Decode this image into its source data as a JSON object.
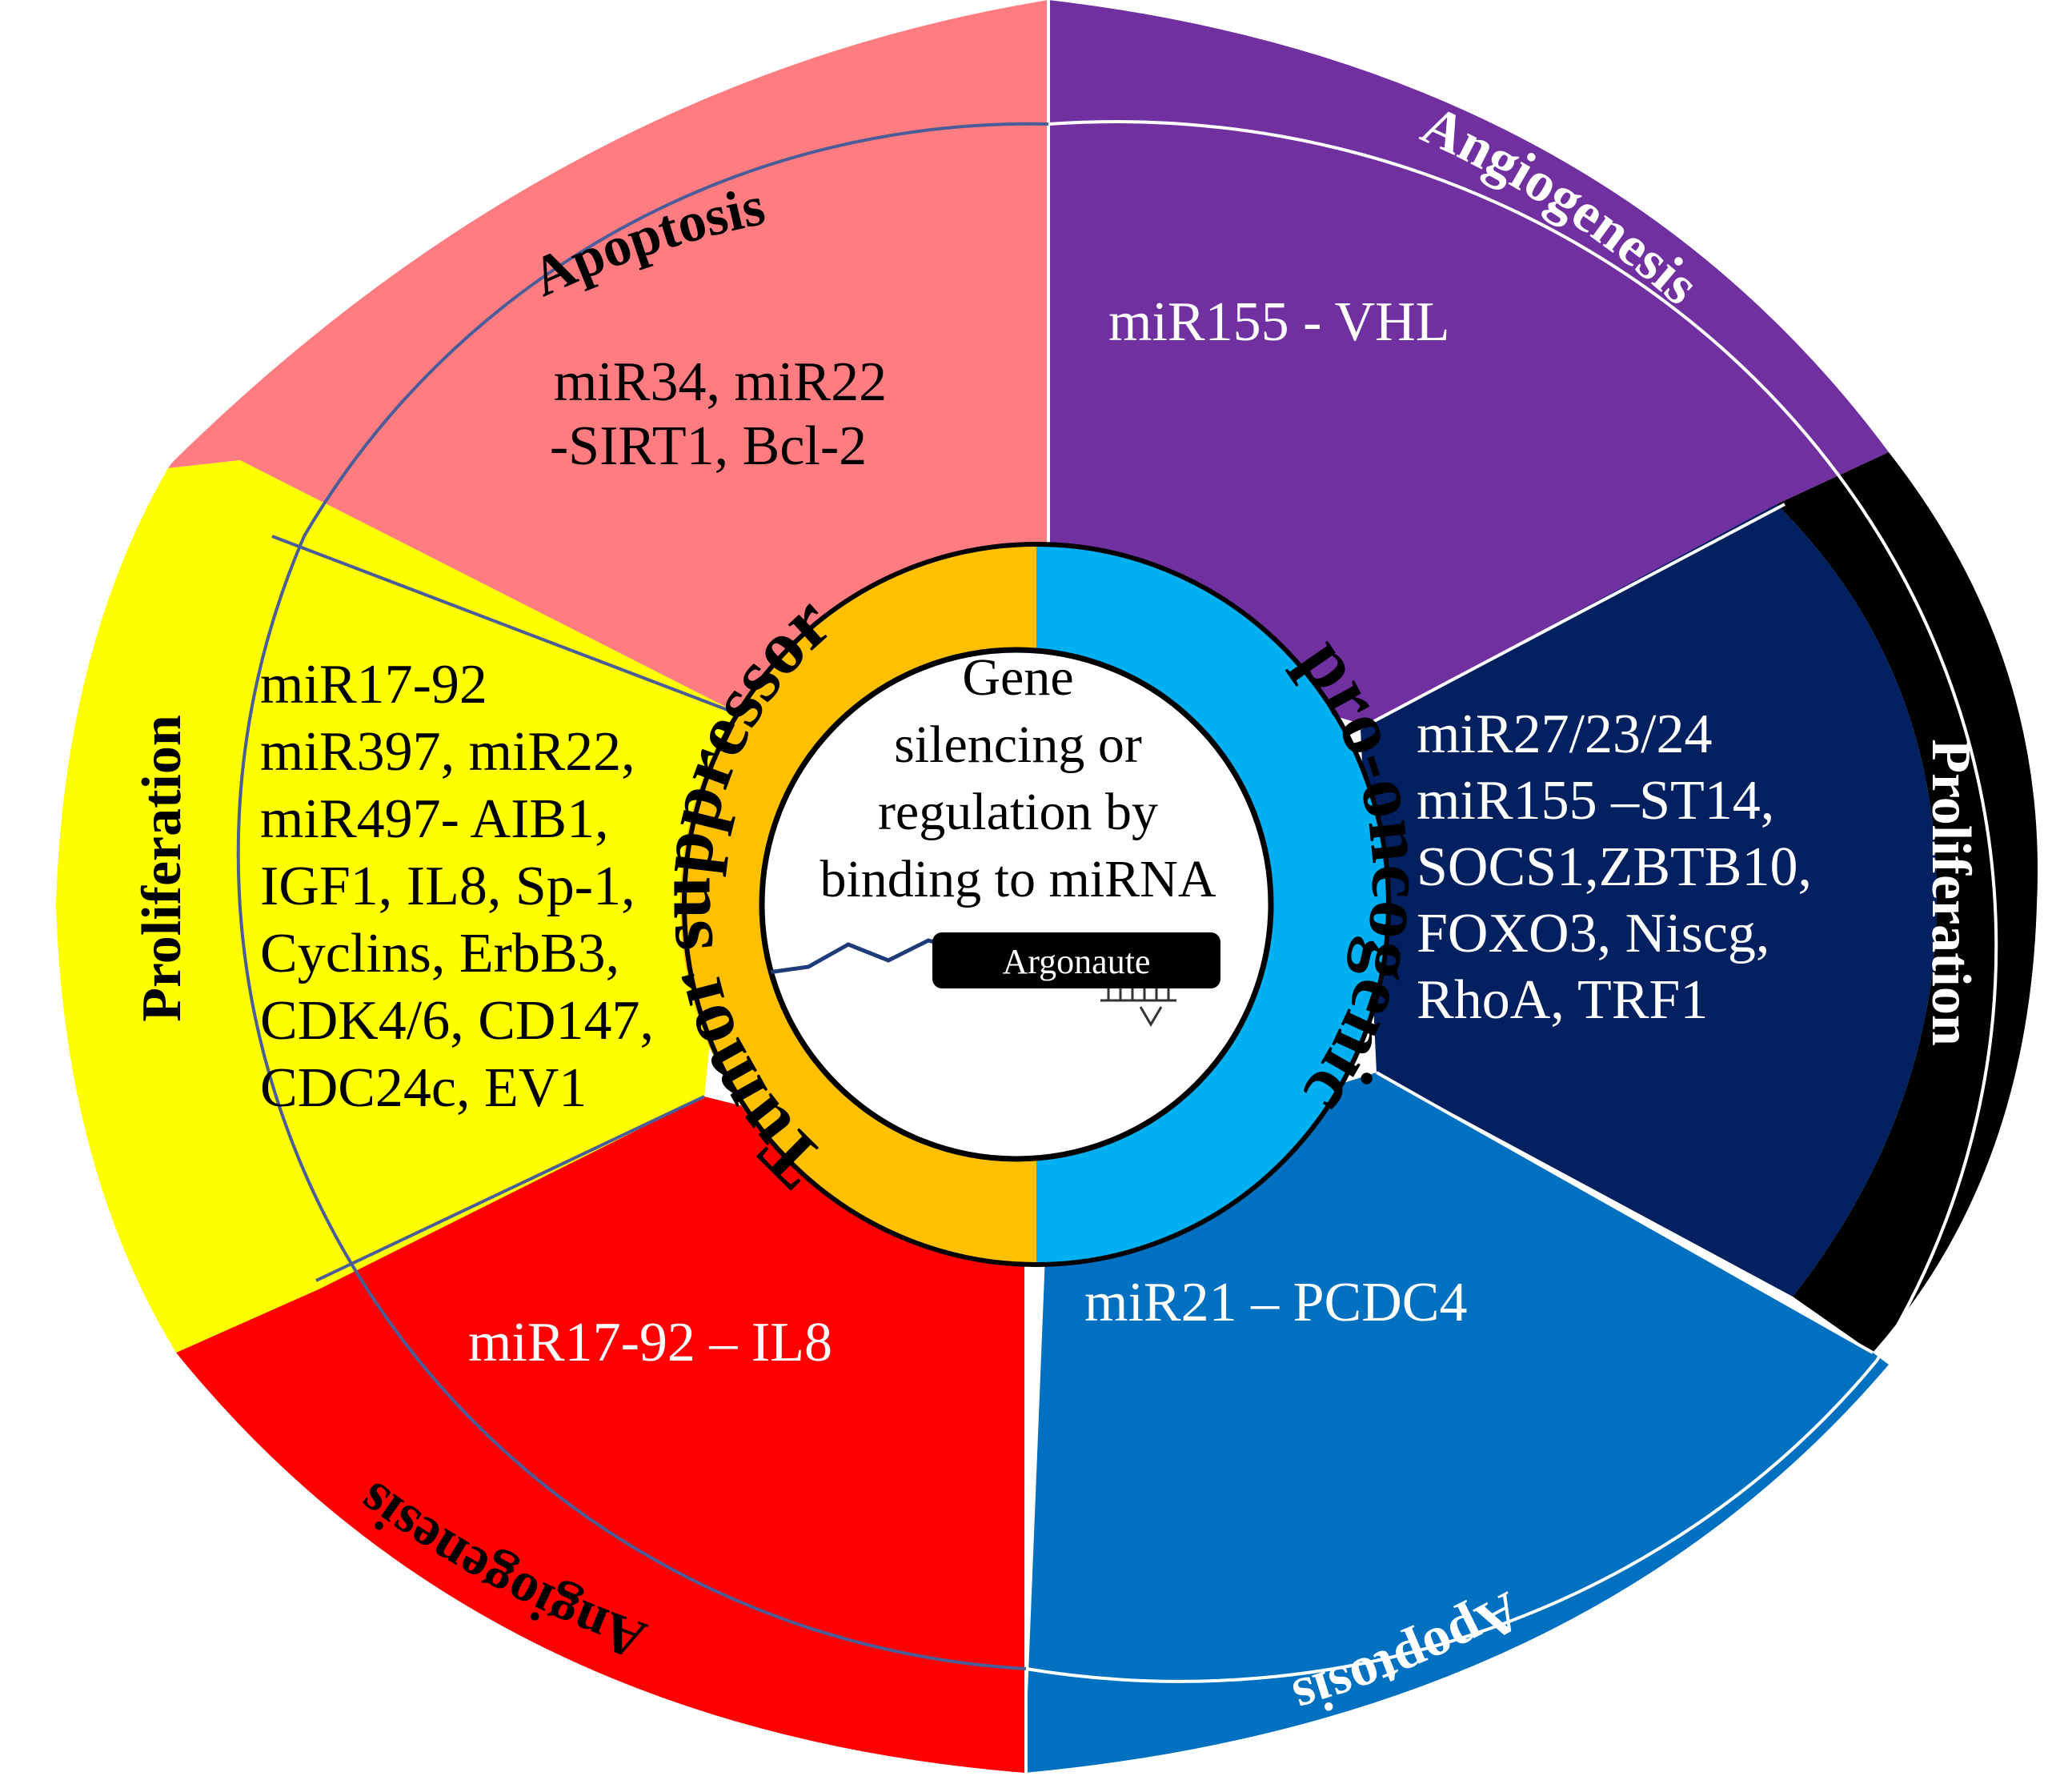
{
  "colors": {
    "apoptosis_left": "#ff7c80",
    "angiogenesis_right": "#7030a0",
    "proliferation_right_inner": "#002060",
    "proliferation_right_outer": "#000000",
    "apoptosis_right": "#0070c0",
    "angiogenesis_left": "#ff0000",
    "proliferation_left": "#ffff00",
    "tumor_suppressor_ring": "#ffc000",
    "pro_oncogenic_ring": "#00b0f0",
    "center": "#ffffff",
    "divider_blue": "#4a5d99"
  },
  "sectors": {
    "apoptosis_left": {
      "label": "Apoptosis",
      "lines": [
        "miR34, miR22",
        "-SIRT1, Bcl-2"
      ]
    },
    "angiogenesis_right": {
      "label": "Angiogenesis",
      "lines": [
        "miR155 - VHL"
      ]
    },
    "proliferation_right": {
      "label": "Proliferation",
      "lines": [
        "miR27/23/24",
        "miR155 –ST14,",
        "SOCS1,ZBTB10,",
        "FOXO3, Niscg,",
        "RhoA, TRF1"
      ]
    },
    "apoptosis_right": {
      "label": "Apoptosis",
      "lines": [
        "miR21 – PCDC4"
      ]
    },
    "angiogenesis_left": {
      "label": "Angiogenesis",
      "lines": [
        "miR17-92 – IL8"
      ]
    },
    "proliferation_left": {
      "label": "Proliferation",
      "lines": [
        "miR17-92",
        "miR397, miR22,",
        "miR497- AIB1,",
        "IGF1, IL8, Sp-1,",
        "Cyclins, ErbB3,",
        "CDK4/6, CD147,",
        "CDC24c, EV1"
      ]
    }
  },
  "ring": {
    "left_label": "Tumor suppressor",
    "right_label": "pro-oncogenic"
  },
  "center": {
    "lines": [
      "Gene",
      "silencing or",
      "regulation by",
      "binding to miRNA"
    ],
    "badge": "Argonaute"
  }
}
